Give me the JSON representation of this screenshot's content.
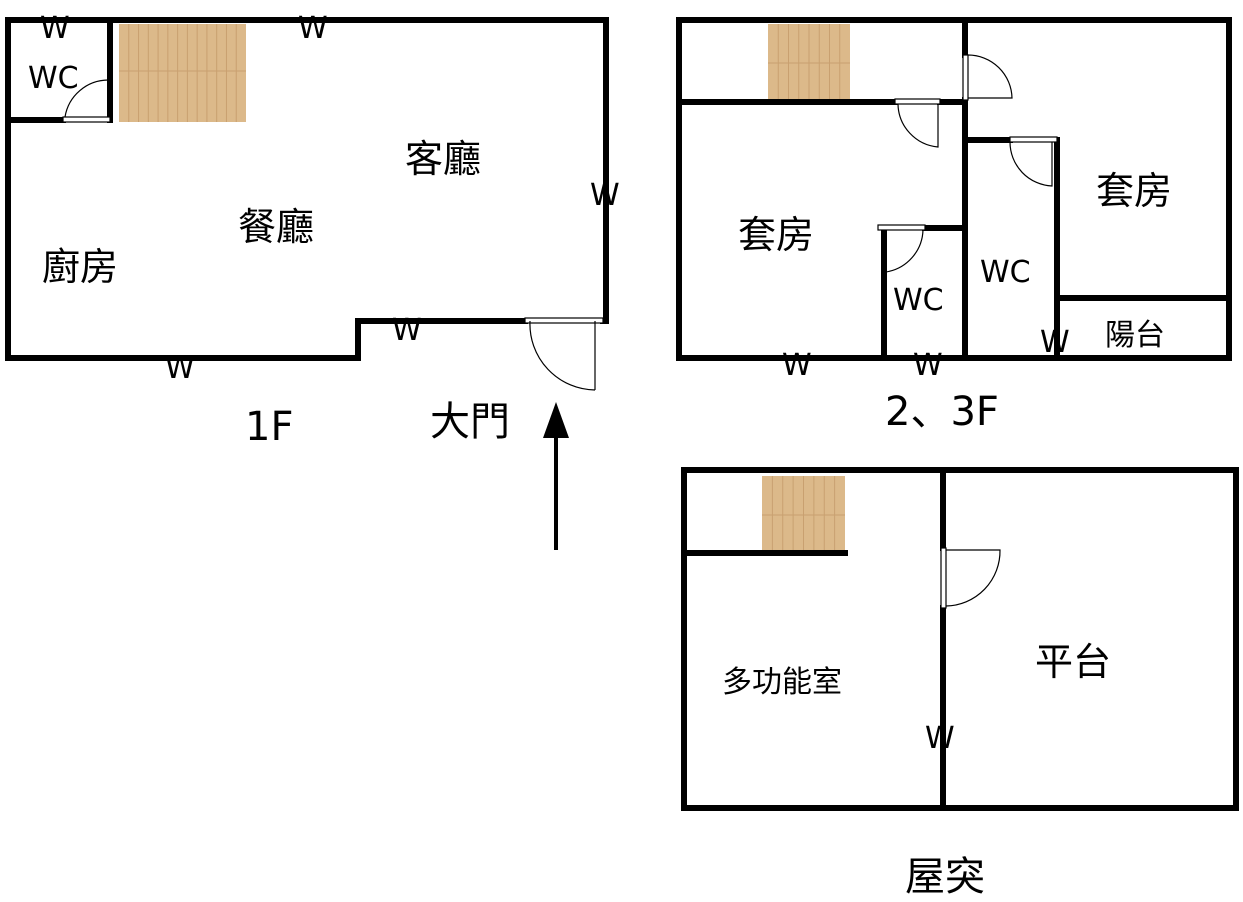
{
  "floors": {
    "first": {
      "label": "1F",
      "rooms": {
        "wc": "WC",
        "living": "客廳",
        "dining": "餐廳",
        "kitchen": "廚房"
      },
      "entrance": "大門"
    },
    "second_third": {
      "label": "2、3F",
      "rooms": {
        "suite_left": "套房",
        "suite_right": "套房",
        "wc_left": "WC",
        "wc_right": "WC",
        "balcony": "陽台"
      }
    },
    "roof": {
      "label": "屋突",
      "rooms": {
        "multipurpose": "多功能室",
        "terrace": "平台"
      }
    }
  },
  "window_mark": "W",
  "colors": {
    "wall": "#000000",
    "stairs": "#dcb98a"
  }
}
